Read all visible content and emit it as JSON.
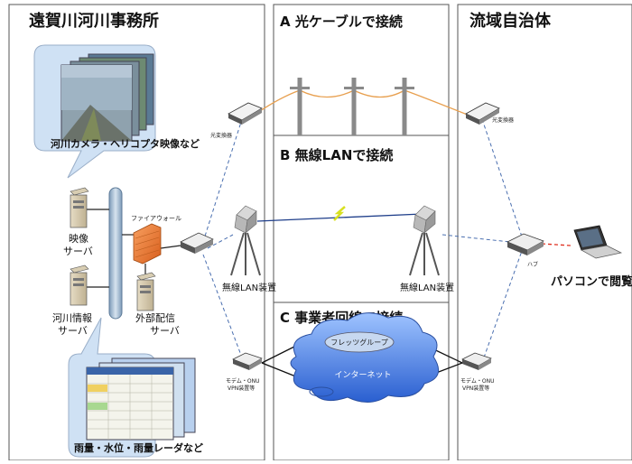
{
  "office": {
    "title": "遠賀川河川事務所",
    "camera_caption": "河川カメラ・ヘリコプタ映像など",
    "rain_caption": "雨量・水位・雨量レーダなど",
    "video_server": [
      "映像",
      "サーバ"
    ],
    "river_server": [
      "河川情報",
      "サーバ"
    ],
    "external_server": [
      "外部配信",
      "サーバ"
    ],
    "firewall": "ファイアウォール"
  },
  "methods": {
    "a": "A 光ケーブルで接続",
    "b": "B 無線LANで接続",
    "c": "C 事業者回線で接続"
  },
  "devices": {
    "optical_left": "光変換器",
    "optical_right": "光変換器",
    "wlan_left": "無線LAN装置",
    "wlan_right": "無線LAN装置",
    "modem_left": [
      "モデム・ONU",
      "VPN装置等"
    ],
    "modem_right": [
      "モデム・ONU",
      "VPN装置等"
    ],
    "flets": "フレッツグループ",
    "internet": "インターネット",
    "hub": "ハブ"
  },
  "municipality": {
    "title": "流域自治体",
    "pc_label": "パソコンで閲覧"
  },
  "colors": {
    "panel_border": "#555555",
    "dashed_link": "#4a6fb0",
    "cable": "#e8a050",
    "cloud": "#3b6fd8",
    "firewall": "#e87a2a",
    "pc_link": "#e03020"
  }
}
